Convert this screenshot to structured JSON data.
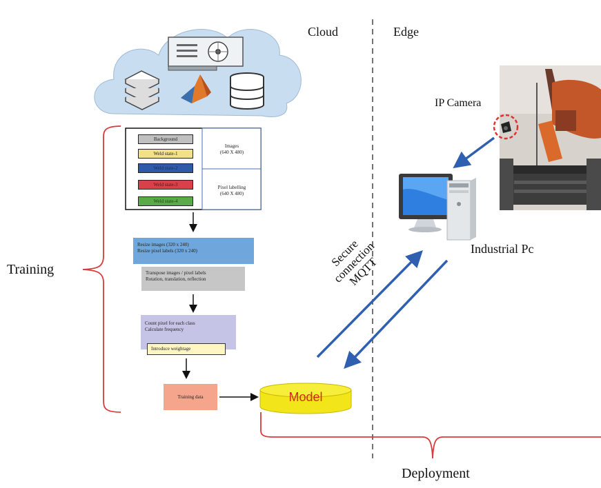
{
  "headers": {
    "cloud": "Cloud",
    "edge": "Edge"
  },
  "labels": {
    "training": "Training",
    "deployment": "Deployment",
    "ip_camera": "IP Camera",
    "industrial_pc": "Industrial Pc",
    "secure_connection": [
      "Secure",
      "connection",
      "MQTT"
    ],
    "model": "Model"
  },
  "dataset": {
    "classes": [
      "Background",
      "Weld state-1",
      "Weld state-2",
      "Weld state-3",
      "Weld state-4"
    ],
    "images_label": [
      "Images",
      "(640 X 480)"
    ],
    "pixel_label": [
      "Pixel labelling",
      "(640 X 480)"
    ]
  },
  "steps": {
    "resize": [
      "Resize images (320 x 240)",
      "Resize pixel labels (320 x 240)"
    ],
    "transpose": [
      "Transpose images / pixel labels",
      "Rotation, translation, reflection"
    ],
    "count": [
      "Count pixel for each class",
      "Calculate frequency"
    ],
    "weightage": "Introduce weightage",
    "training_data": "Training data"
  },
  "colors": {
    "cloud_fill": "#c9ddf0",
    "background_class": "#c0c0c0",
    "weld1": "#f2e08a",
    "weld2": "#2f5aa8",
    "weld3": "#d8414a",
    "weld4": "#5aaa4a",
    "resize_box": "#6fa7dc",
    "transpose_box": "#c6c6c6",
    "count_box": "#c5c3e6",
    "training_box": "#f4a58c",
    "model_fill": "#f2e51a",
    "model_text": "#d22a1a",
    "bracket": "#d63b3b",
    "arrow_blue": "#2e5fb0"
  }
}
